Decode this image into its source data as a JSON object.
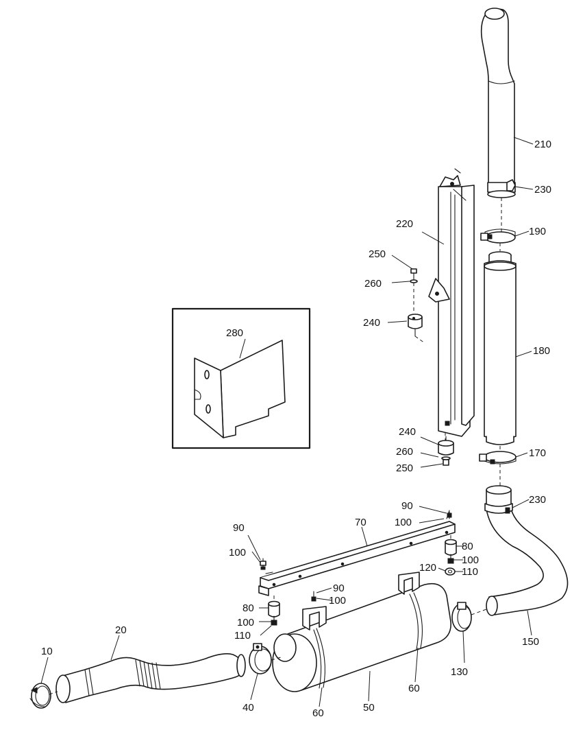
{
  "callouts": [
    {
      "id": "c10",
      "text": "10"
    },
    {
      "id": "c20",
      "text": "20"
    },
    {
      "id": "c40",
      "text": "40"
    },
    {
      "id": "c50",
      "text": "50"
    },
    {
      "id": "c60a",
      "text": "60"
    },
    {
      "id": "c60b",
      "text": "60"
    },
    {
      "id": "c70",
      "text": "70"
    },
    {
      "id": "c80a",
      "text": "80"
    },
    {
      "id": "c80b",
      "text": "80"
    },
    {
      "id": "c90a",
      "text": "90"
    },
    {
      "id": "c90b",
      "text": "90"
    },
    {
      "id": "c90c",
      "text": "90"
    },
    {
      "id": "c100a",
      "text": "100"
    },
    {
      "id": "c100b",
      "text": "100"
    },
    {
      "id": "c100c",
      "text": "100"
    },
    {
      "id": "c100d",
      "text": "100"
    },
    {
      "id": "c100e",
      "text": "100"
    },
    {
      "id": "c110a",
      "text": "110"
    },
    {
      "id": "c110b",
      "text": "110"
    },
    {
      "id": "c120",
      "text": "120"
    },
    {
      "id": "c130",
      "text": "130"
    },
    {
      "id": "c150",
      "text": "150"
    },
    {
      "id": "c170",
      "text": "170"
    },
    {
      "id": "c180",
      "text": "180"
    },
    {
      "id": "c190",
      "text": "190"
    },
    {
      "id": "c210",
      "text": "210"
    },
    {
      "id": "c220",
      "text": "220"
    },
    {
      "id": "c230a",
      "text": "230"
    },
    {
      "id": "c230b",
      "text": "230"
    },
    {
      "id": "c240a",
      "text": "240"
    },
    {
      "id": "c240b",
      "text": "240"
    },
    {
      "id": "c250a",
      "text": "250"
    },
    {
      "id": "c250b",
      "text": "250"
    },
    {
      "id": "c260a",
      "text": "260"
    },
    {
      "id": "c260b",
      "text": "260"
    },
    {
      "id": "c280",
      "text": "280"
    }
  ]
}
